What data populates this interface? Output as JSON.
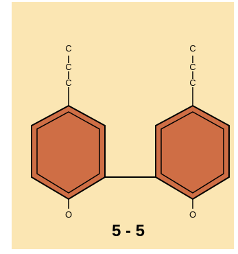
{
  "diagram": {
    "caption": "5 - 5",
    "colors": {
      "background": "#fbe6b3",
      "ring_fill": "#cf6e45",
      "stroke": "#000000"
    },
    "left_unit": {
      "chain_atoms": [
        "C",
        "C",
        "C"
      ],
      "oxygen_atom": "O"
    },
    "right_unit": {
      "chain_atoms": [
        "C",
        "C",
        "C"
      ],
      "oxygen_atom": "O"
    }
  }
}
